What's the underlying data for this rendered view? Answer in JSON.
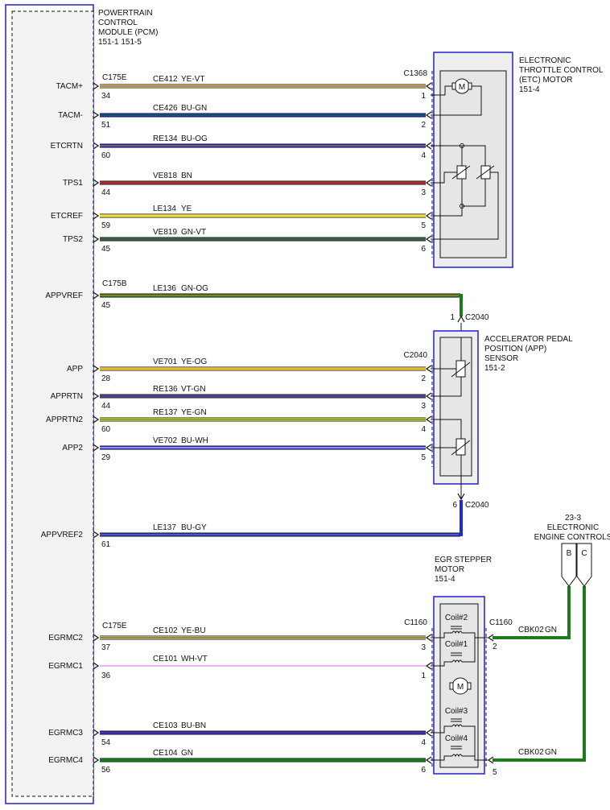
{
  "colors": {
    "YE": "#f0e040",
    "BU": "#1c2ad0",
    "BN": "#a83030",
    "GN": "#1e7a1e",
    "VT": "#6b2fb0",
    "OG": "#e8892a",
    "WH": "#ffffff",
    "GY": "#8a8a8a",
    "PK": "#ee80ee",
    "box_blue": "#2020cc",
    "pcm_fill": "#f2f2f2"
  },
  "pcm": {
    "title_lines": [
      "POWERTRAIN",
      "CONTROL",
      "MODULE (PCM)",
      "151-1  151-5"
    ]
  },
  "etc_motor": {
    "title_lines": [
      "ELECTRONIC",
      "THROTTLE CONTROL",
      "(ETC) MOTOR",
      "151-4"
    ],
    "motor_label": "M"
  },
  "app_sensor": {
    "title_lines": [
      "ACCELERATOR PEDAL",
      "POSITION (APP)",
      "SENSOR",
      "151-2"
    ]
  },
  "egr_motor": {
    "title_lines": [
      "EGR STEPPER",
      "MOTOR",
      "151-4"
    ],
    "motor_label": "M",
    "coil_labels": [
      "Coil#2",
      "Coil#1",
      "Coil#3",
      "Coil#4"
    ]
  },
  "eec": {
    "title_lines": [
      "23-3",
      "ELECTRONIC",
      "ENGINE CONTROLS"
    ],
    "terminals": [
      "B",
      "C"
    ]
  },
  "connectors": {
    "c175e_top": "C175E",
    "c175b": "C175B",
    "c175e_bottom": "C175E",
    "c1368": "C1368",
    "c2040_upper": "C2040",
    "c2040_sensor": "C2040",
    "c2040_lower": "C2040",
    "c1160_motor": "C1160",
    "c1160_right": "C1160"
  },
  "splices": {
    "upper_pin": "1",
    "lower_pin": "6"
  },
  "circuits": [
    {
      "pcm_label": "TACM+",
      "pcm_pin": "34",
      "circuit": "CE412",
      "color_code": "YE-VT",
      "dest_pin": "1"
    },
    {
      "pcm_label": "TACM-",
      "pcm_pin": "51",
      "circuit": "CE426",
      "color_code": "BU-GN",
      "dest_pin": "2"
    },
    {
      "pcm_label": "ETCRTN",
      "pcm_pin": "60",
      "circuit": "RE134",
      "color_code": "BU-OG",
      "dest_pin": "4"
    },
    {
      "pcm_label": "TPS1",
      "pcm_pin": "44",
      "circuit": "VE818",
      "color_code": "BN",
      "dest_pin": "3"
    },
    {
      "pcm_label": "ETCREF",
      "pcm_pin": "59",
      "circuit": "LE134",
      "color_code": "YE",
      "dest_pin": "5"
    },
    {
      "pcm_label": "TPS2",
      "pcm_pin": "45",
      "circuit": "VE819",
      "color_code": "GN-VT",
      "dest_pin": "6"
    },
    {
      "pcm_label": "APPVREF",
      "pcm_pin": "45",
      "circuit": "LE136",
      "color_code": "GN-OG",
      "dest_pin": ""
    },
    {
      "pcm_label": "APP",
      "pcm_pin": "28",
      "circuit": "VE701",
      "color_code": "YE-OG",
      "dest_pin": "2"
    },
    {
      "pcm_label": "APPRTN",
      "pcm_pin": "44",
      "circuit": "RE136",
      "color_code": "VT-GN",
      "dest_pin": "3"
    },
    {
      "pcm_label": "APPRTN2",
      "pcm_pin": "60",
      "circuit": "RE137",
      "color_code": "YE-GN",
      "dest_pin": "4"
    },
    {
      "pcm_label": "APP2",
      "pcm_pin": "29",
      "circuit": "VE702",
      "color_code": "BU-WH",
      "dest_pin": "5"
    },
    {
      "pcm_label": "APPVREF2",
      "pcm_pin": "61",
      "circuit": "LE137",
      "color_code": "BU-GY",
      "dest_pin": ""
    },
    {
      "pcm_label": "EGRMC2",
      "pcm_pin": "37",
      "circuit": "CE102",
      "color_code": "YE-BU",
      "dest_pin": "3"
    },
    {
      "pcm_label": "EGRMC1",
      "pcm_pin": "36",
      "circuit": "CE101",
      "color_code": "WH-VT",
      "dest_pin": "1"
    },
    {
      "pcm_label": "EGRMC3",
      "pcm_pin": "54",
      "circuit": "CE103",
      "color_code": "BU-BN",
      "dest_pin": "4"
    },
    {
      "pcm_label": "EGRMC4",
      "pcm_pin": "56",
      "circuit": "CE104",
      "color_code": "GN",
      "dest_pin": "6"
    }
  ],
  "egr_right": [
    {
      "pin": "2",
      "circuit": "CBK02",
      "color_code": "GN"
    },
    {
      "pin": "5",
      "circuit": "CBK02",
      "color_code": "GN"
    }
  ]
}
